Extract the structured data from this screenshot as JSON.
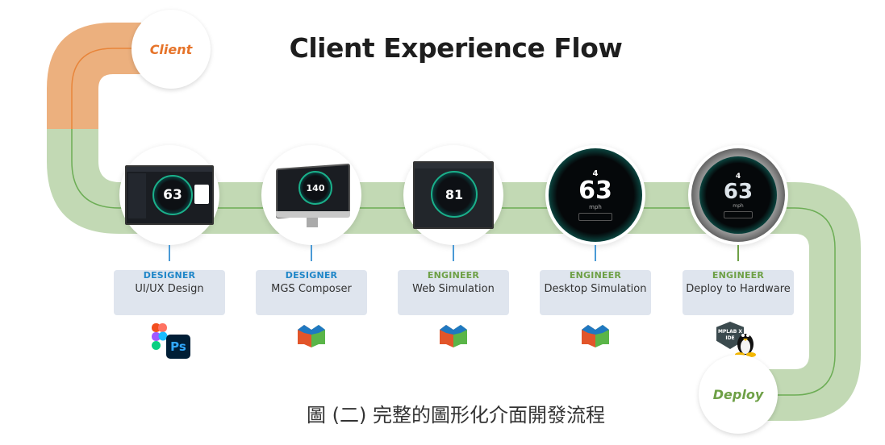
{
  "title": "Client Experience Flow",
  "start_label": "Client",
  "end_label": "Deploy",
  "caption": "圖 (二) 完整的圖形化介面開發流程",
  "colors": {
    "client_track": "#ecb07e",
    "client_line": "#e8853a",
    "main_track": "#c2d9b4",
    "main_line": "#6cad55",
    "designer_role": "#1f86c8",
    "engineer_role": "#6ea046",
    "card_bg": "#dfe5ee"
  },
  "stages": [
    {
      "role": "DESIGNER",
      "name": "UI/UX Design",
      "preview": "designer-app-screenshot",
      "preview_value": "63",
      "tools": [
        "figma-icon",
        "photoshop-icon"
      ],
      "tool_text": [
        "",
        "Ps"
      ]
    },
    {
      "role": "DESIGNER",
      "name": "MGS Composer",
      "preview": "desktop-monitor-screenshot",
      "preview_value": "140",
      "tools": [
        "mgs-logo-icon"
      ],
      "tool_text": [
        ""
      ]
    },
    {
      "role": "ENGINEER",
      "name": "Web Simulation",
      "preview": "browser-window-screenshot",
      "preview_value": "81",
      "tools": [
        "mgs-logo-icon"
      ],
      "tool_text": [
        ""
      ]
    },
    {
      "role": "ENGINEER",
      "name": "Desktop Simulation",
      "preview": "gauge-display",
      "preview_value": "63",
      "preview_unit": "mph",
      "preview_gear": "4",
      "tools": [
        "mgs-logo-icon"
      ],
      "tool_text": [
        ""
      ]
    },
    {
      "role": "ENGINEER",
      "name": "Deploy to Hardware",
      "preview": "hardware-gauge-display",
      "preview_value": "63",
      "preview_unit": "mph",
      "preview_gear": "4",
      "tools": [
        "mplab-x-ide-icon",
        "linux-tux-icon"
      ],
      "tool_text": [
        "MPLAB X IDE",
        ""
      ]
    }
  ]
}
